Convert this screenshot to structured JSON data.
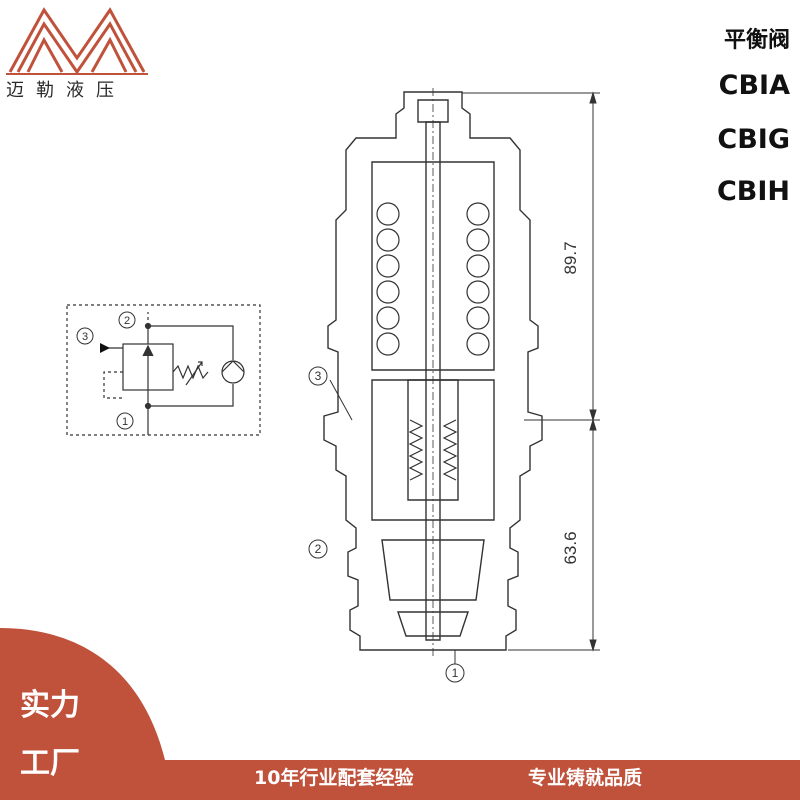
{
  "brand": {
    "name": "迈勒液压",
    "logo": "mountain-m-logo",
    "color": "#c0523c"
  },
  "titles": [
    "平衡阀",
    "CBIA",
    "CBIG",
    "CBIH"
  ],
  "dimensions": {
    "upper": "89.7",
    "lower": "63.6"
  },
  "ports": {
    "p1": "1",
    "p2": "2",
    "p3": "3"
  },
  "banner": {
    "line1": "实力",
    "line2": "工厂",
    "slogan1": "10年行业配套经验",
    "slogan2": "专业铸就品质",
    "color": "#c0523c"
  }
}
